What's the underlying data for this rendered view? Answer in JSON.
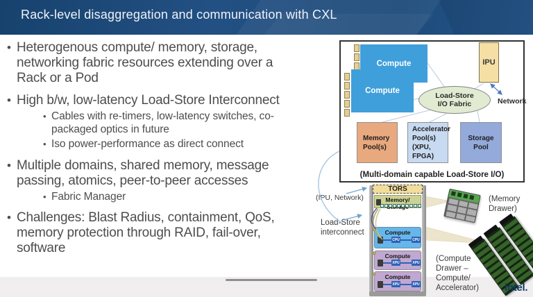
{
  "header": {
    "title": "Rack-level disaggregation and communication with CXL"
  },
  "bullets": {
    "b1": "Heterogenous compute/ memory, storage, networking fabric resources extending over a Rack or a Pod",
    "b2": "High b/w, low-latency Load-Store Interconnect",
    "b2s1": "Cables with re-timers, low-latency switches, co-packaged optics in future",
    "b2s2": "Iso power-performance as direct connect",
    "b3": "Multiple domains, shared memory, message passing, atomics, peer-to-peer accesses",
    "b3s1": "Fabric Manager",
    "b4": "Challenges: Blast Radius, containment, QoS, memory protection through RAID, fail-over, software"
  },
  "diagram": {
    "compute_top": "Compute",
    "compute_bottom": "Compute",
    "ipu": "IPU",
    "fabric": "Load-Store\nI/O Fabric",
    "network": "Network",
    "memory_pool": "Memory\nPool(s)",
    "accelerator_pool": "Accelerator\nPool(s)\n(XPU, FPGA)",
    "storage_pool": "Storage Pool",
    "caption": "(Multi-domain capable Load-Store I/O)"
  },
  "rack": {
    "tors": "TORS",
    "memory_storage": "Memory/ Storage",
    "rows": [
      {
        "label": "Compute",
        "chip_mid": "CPU",
        "chip_right": "CPU"
      },
      {
        "label": "Compute",
        "chip_mid": "XPU",
        "chip_right": "XPU"
      },
      {
        "label": "Compute",
        "chip_mid": "XPU",
        "chip_right": "XPU"
      }
    ]
  },
  "annotations": {
    "ipu_network": "(IPU, Network)",
    "load_store_interconnect": "Load-Store\ninterconnect",
    "memory_drawer": "(Memory\nDrawer)",
    "compute_drawer": "(Compute\nDrawer –\nCompute/\nAccelerator)"
  },
  "footer": {
    "logo": "intel."
  },
  "colors": {
    "header_bg": "#1d4a7a",
    "compute_blue": "#3f9fdb",
    "ipu_tan": "#f6dfa4",
    "fabric_green": "#e0ebd2",
    "memory_pool_orange": "#e9a97e",
    "accelerator_pool_blue": "#c8daf1",
    "storage_pool_periwinkle": "#93aada",
    "rack_row_blue": "#66b6e9",
    "rack_row_purple": "#c1a8d0",
    "intel_blue": "#0e3a63"
  }
}
